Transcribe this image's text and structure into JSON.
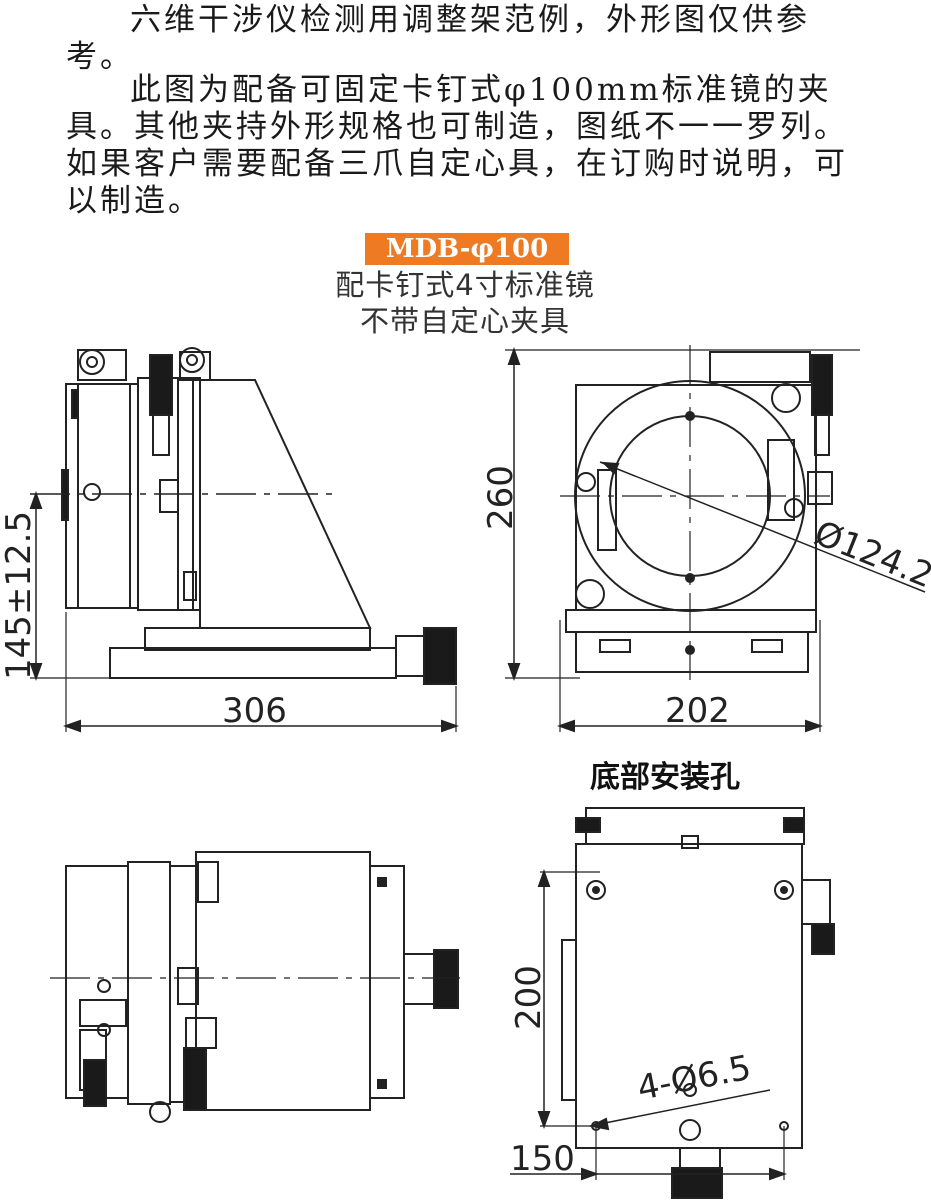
{
  "intro": {
    "paragraph1": "六维干涉仪检测用调整架范例，外形图仅供参考。",
    "paragraph2": "此图为配备可固定卡钉式φ100mm标准镜的夹具。其他夹持外形规格也可制造，图纸不一一罗列。如果客户需要配备三爪自定心具，在订购时说明，可以制造。"
  },
  "model": {
    "badge": "MDB-φ100",
    "subtitle_line1": "配卡钉式4寸标准镜",
    "subtitle_line2": "不带自定心夹具"
  },
  "bottom_section_title": "底部安装孔",
  "dimensions": {
    "side_height": "145±12.5",
    "side_width": "306",
    "front_height": "260",
    "front_diameter": "Ø124.2",
    "front_width": "202",
    "bottom_spacing": "200",
    "holes": "4-Ø6.5",
    "bottom_width": "150"
  },
  "colors": {
    "badge_bg": "#ee7a23",
    "line": "#222222"
  }
}
